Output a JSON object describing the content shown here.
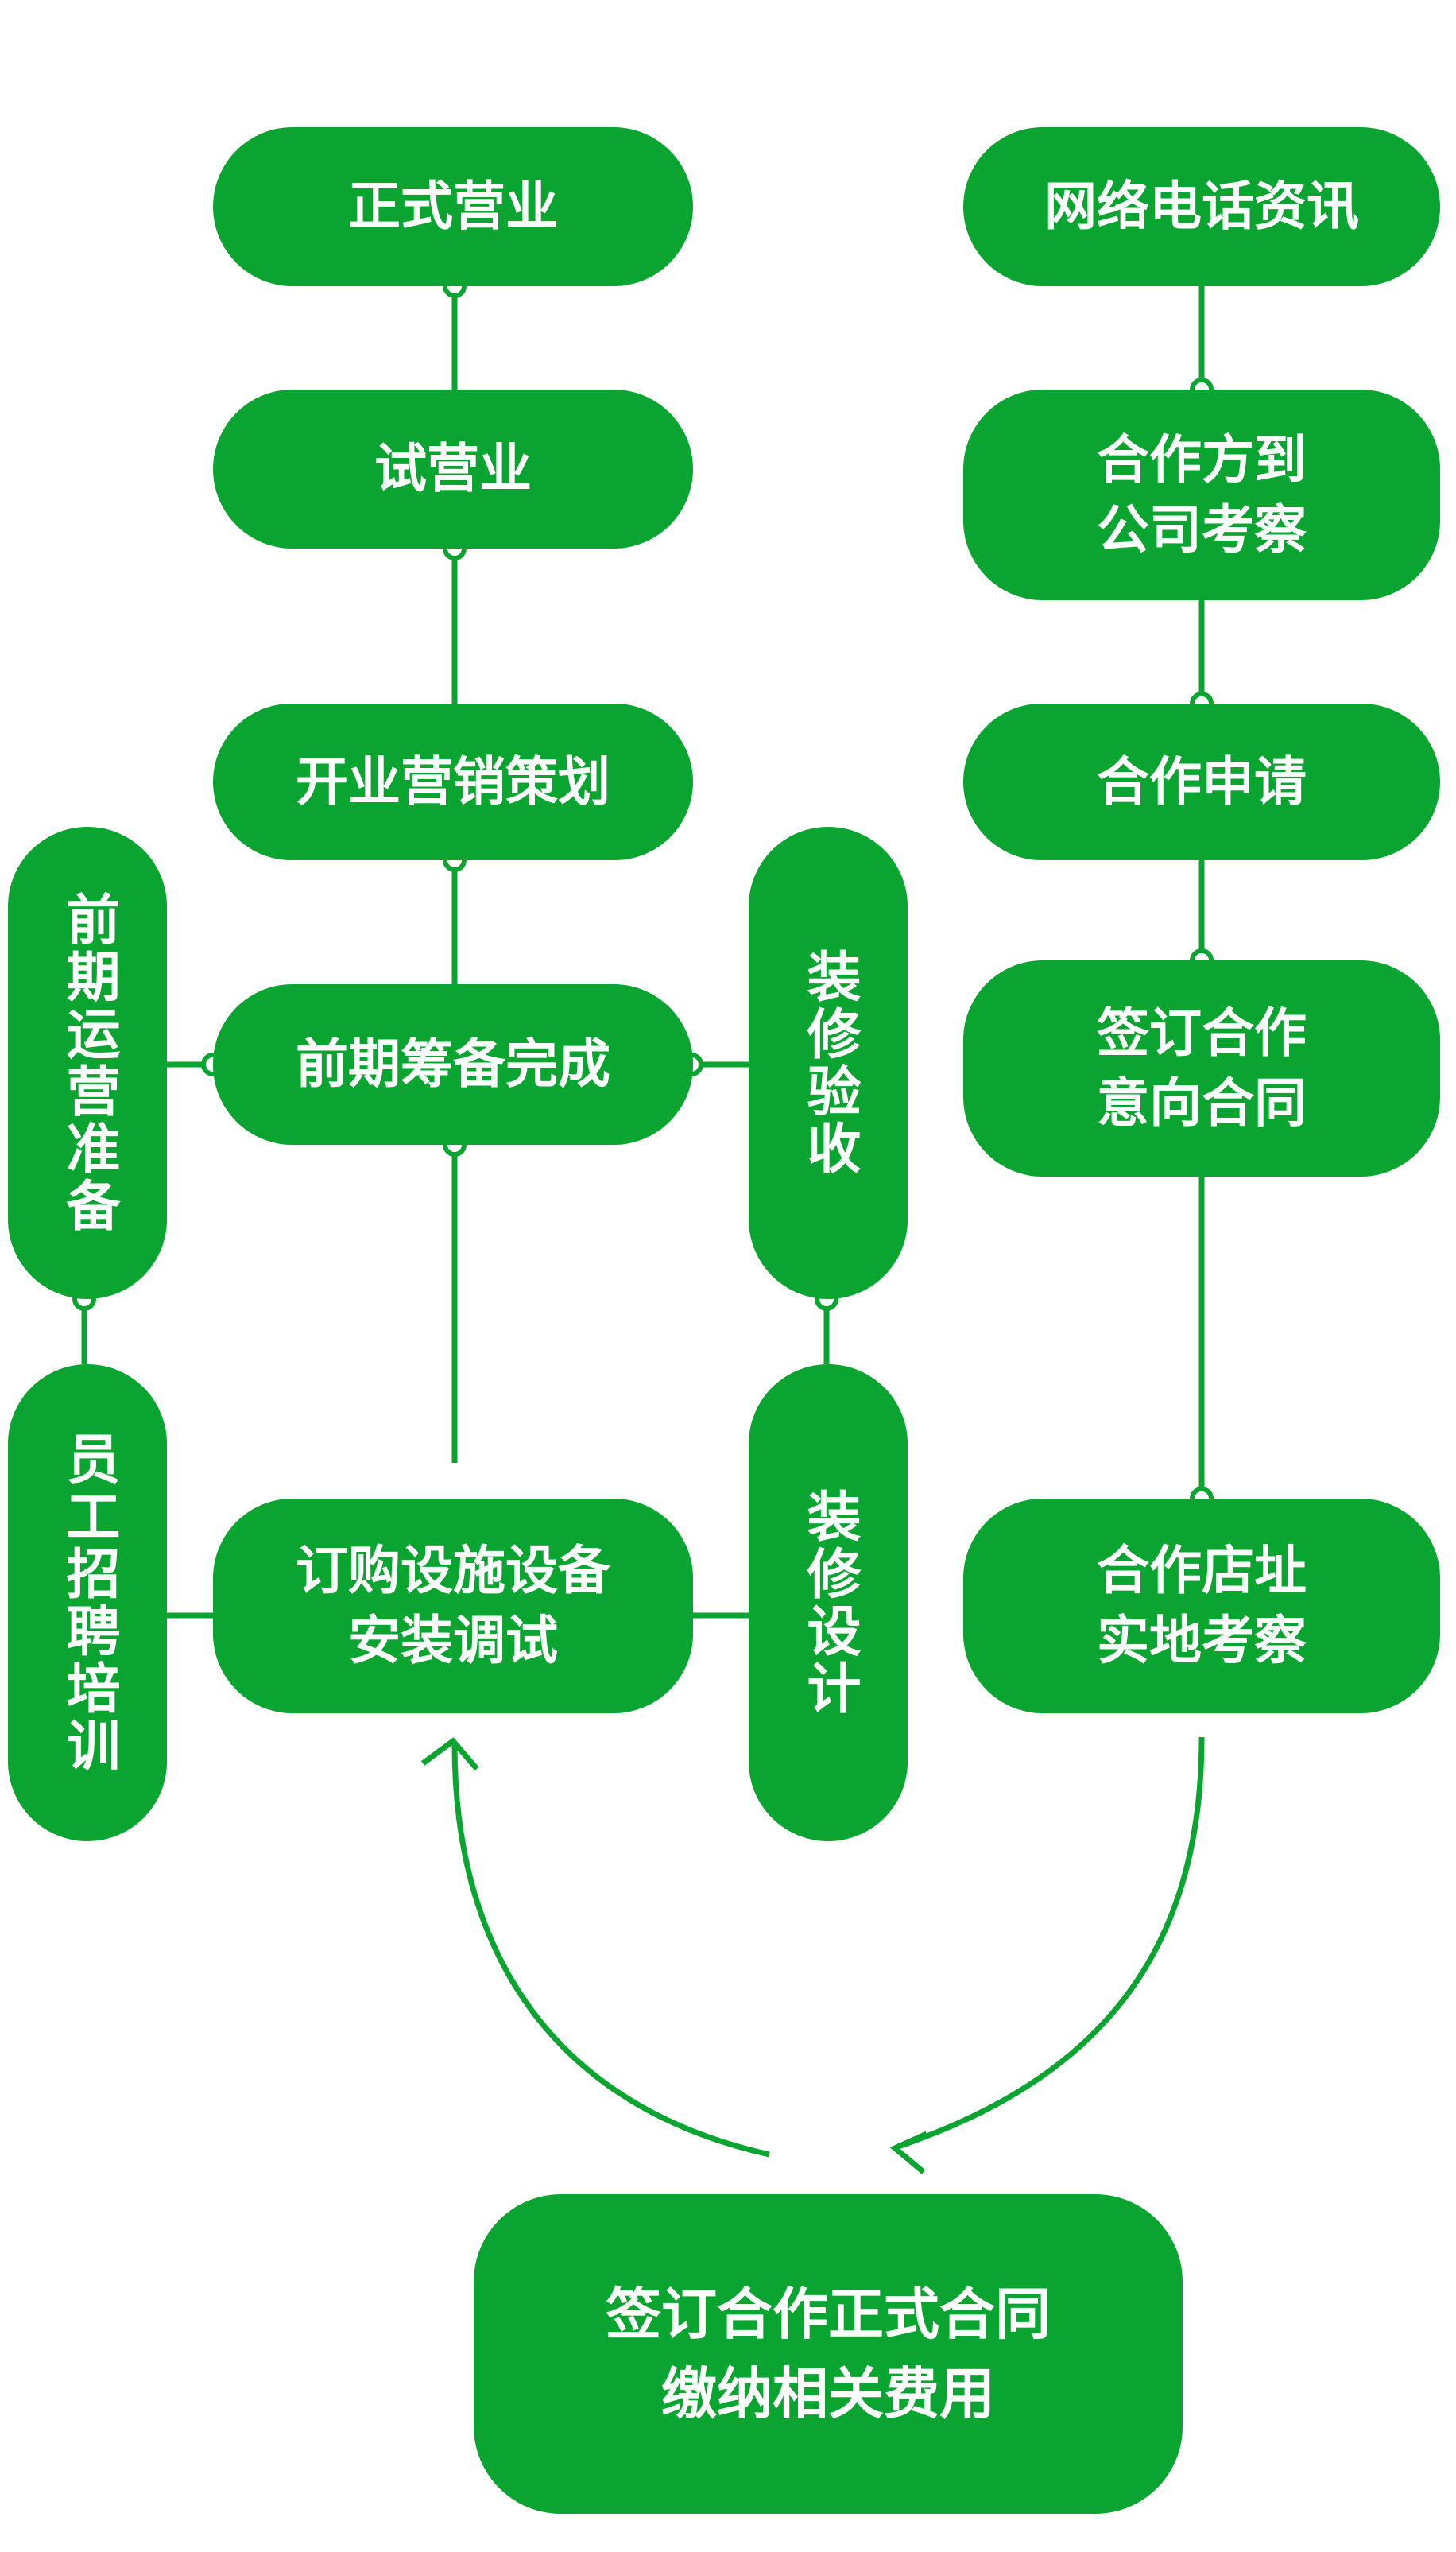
{
  "colors": {
    "node": "#0aa530",
    "line": "#0aa530",
    "text": "#ffffff"
  },
  "nodes": {
    "opening": "正式营业",
    "trial": "试营业",
    "marketing": "开业营销策划",
    "prep_done": "前期筹备完成",
    "ops_prep": "前期运营准备",
    "staff": "员工招聘培训",
    "equipment": "订购设施设备\n安装调试",
    "reno_accept": "装修验收",
    "reno_design": "装修设计",
    "consult": "网络电话资讯",
    "inspect_company": "合作方到\n公司考察",
    "apply": "合作申请",
    "intent": "签订合作\n意向合同",
    "site": "合作店址\n实地考察",
    "contract": "签订合作正式合同\n缴纳相关费用"
  }
}
